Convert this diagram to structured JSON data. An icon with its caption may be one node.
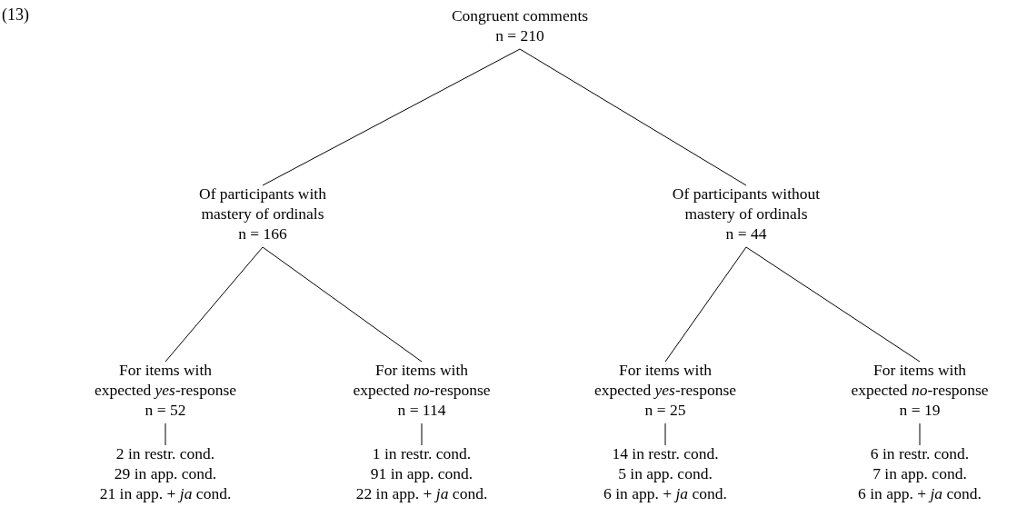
{
  "diagram": {
    "nodes": [
      {
        "text": [
          "Congruent comments",
          "n = 210"
        ]
      },
      {
        "text": [
          "Of participants with mastery of ordinals",
          "n = 166"
        ]
      },
      {
        "text": [
          "Of participants without mastery of ordinals",
          "n = 44"
        ]
      },
      {
        "text": [
          "For items with expected *yes*-response",
          "n = 52"
        ]
      },
      {
        "text": [
          "For items with expected *no*-response",
          "n = 114"
        ]
      },
      {
        "text": [
          "For items with expected *yes*-response",
          "n = 25"
        ]
      },
      {
        "text": [
          "For items with expected *no*-response",
          "n = 19"
        ]
      },
      {
        "text": [
          "2 in restr. cond.",
          "29 in app. cond.",
          "21 in app. + *ja* cond."
        ]
      },
      {
        "text": [
          "1 in restr. cond.",
          "91 in app. cond.",
          "22 in app. + *ja* cond."
        ]
      },
      {
        "text": [
          "14 in restr. cond.",
          "5 in app. cond.",
          "6 in app. + *ja* cond."
        ]
      },
      {
        "text": [
          "6 in restr. cond.",
          "7 in app. cond.",
          "6 in app. + *ja* cond."
        ]
      }
    ],
    "edges": [
      {
        "from": 0,
        "to": 1,
        "arrow": "none"
      },
      {
        "from": 0,
        "to": 2,
        "arrow": "none"
      },
      {
        "from": 1,
        "to": 3,
        "arrow": "none"
      },
      {
        "from": 1,
        "to": 4,
        "arrow": "none"
      },
      {
        "from": 2,
        "to": 5,
        "arrow": "none"
      },
      {
        "from": 2,
        "to": 6,
        "arrow": "none"
      },
      {
        "from": 3,
        "to": 7,
        "arrow": "none"
      },
      {
        "from": 4,
        "to": 8,
        "arrow": "none"
      },
      {
        "from": 5,
        "to": 9,
        "arrow": "none"
      },
      {
        "from": 6,
        "to": 10,
        "arrow": "none"
      }
    ],
    "labels": [
      "(13)"
    ]
  }
}
